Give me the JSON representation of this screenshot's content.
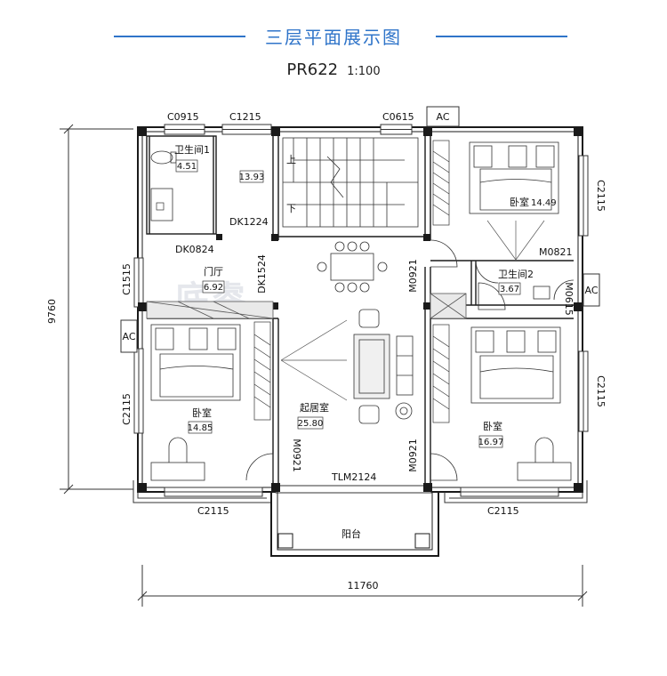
{
  "header": {
    "title": "三层平面展示图",
    "plan_code": "PR622",
    "scale": "1:100"
  },
  "dimensions": {
    "height": "9760",
    "width": "11760"
  },
  "rooms": {
    "bathroom1": {
      "name": "卫生间1",
      "area": "4.51"
    },
    "stair_area": "13.93",
    "stair_up": "上",
    "stair_down": "下",
    "bedroom_ne": {
      "name": "卧室",
      "area": "14.49"
    },
    "bathroom2": {
      "name": "卫生间2",
      "area": "3.67"
    },
    "foyer": {
      "name": "门厅",
      "area": "6.92"
    },
    "bedroom_w": {
      "name": "卧室",
      "area": "14.85"
    },
    "living": {
      "name": "起居室",
      "area": "25.80"
    },
    "bedroom_e": {
      "name": "卧室",
      "area": "16.97"
    },
    "balcony": {
      "name": "阳台"
    }
  },
  "openings": {
    "c0915": "C0915",
    "c1215": "C1215",
    "c0615": "C0615",
    "c2115_ne": "C2115",
    "c2115_w": "C2115",
    "c2115_e": "C2115",
    "c2115_sw": "C2115",
    "c2115_se": "C2115",
    "c1515": "C1515",
    "dk0824": "DK0824",
    "dk1224": "DK1224",
    "dk1524": "DK1524",
    "m0921_a": "M0921",
    "m0921_b": "M0921",
    "m0921_c": "M0921",
    "m0821": "M0821",
    "m0615": "M0615",
    "tlm2124": "TLM2124"
  },
  "ac_labels": {
    "ac1": "AC",
    "ac2": "AC",
    "ac3": "AC"
  },
  "watermark": "底睿",
  "colors": {
    "accent": "#2f74c9",
    "wall": "#1a1a1a",
    "line": "#333333"
  }
}
